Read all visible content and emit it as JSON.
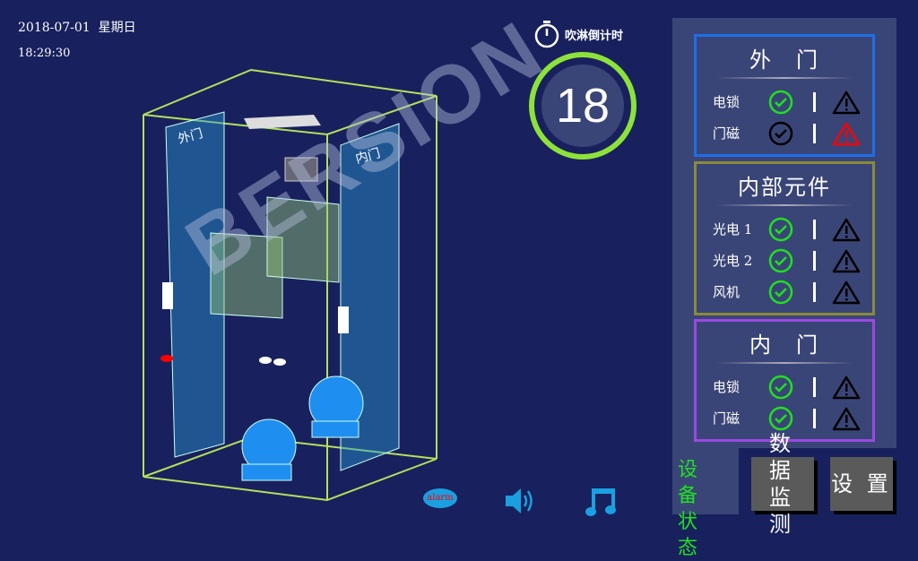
{
  "header": {
    "date": "2018-07-01",
    "weekday": "星期日",
    "time": "18:29:30"
  },
  "countdown": {
    "label": "吹淋倒计时",
    "value": "18",
    "icon": "stopwatch-icon",
    "ring_color": "#8de23a"
  },
  "diagram": {
    "outer_door_label": "外门",
    "inner_door_label": "内门"
  },
  "watermark": "BERSION",
  "panels": [
    {
      "title": "外　门",
      "border": "#1e6ee8",
      "rows": [
        {
          "label": "电锁",
          "ok_color": "#20e020",
          "warn_color": "#000000"
        },
        {
          "label": "门磁",
          "ok_color": "#000000",
          "warn_color": "#ff0000"
        }
      ]
    },
    {
      "title": "内部元件",
      "border": "#8a8a3a",
      "rows": [
        {
          "label": "光电 1",
          "ok_color": "#20e020",
          "warn_color": "#000000"
        },
        {
          "label": "光电 2",
          "ok_color": "#20e020",
          "warn_color": "#000000"
        },
        {
          "label": "风机",
          "ok_color": "#20e020",
          "warn_color": "#000000"
        }
      ]
    },
    {
      "title": "内　门",
      "border": "#9a4ae0",
      "rows": [
        {
          "label": "电锁",
          "ok_color": "#20e020",
          "warn_color": "#000000"
        },
        {
          "label": "门磁",
          "ok_color": "#20e020",
          "warn_color": "#000000"
        }
      ]
    }
  ],
  "nav": {
    "status": "设 备 状 态",
    "monitor": "数 据 监 测",
    "settings": "设 置"
  },
  "bottom_icons": {
    "alarm": "alarm",
    "icon_color": "#1aa0e0"
  }
}
